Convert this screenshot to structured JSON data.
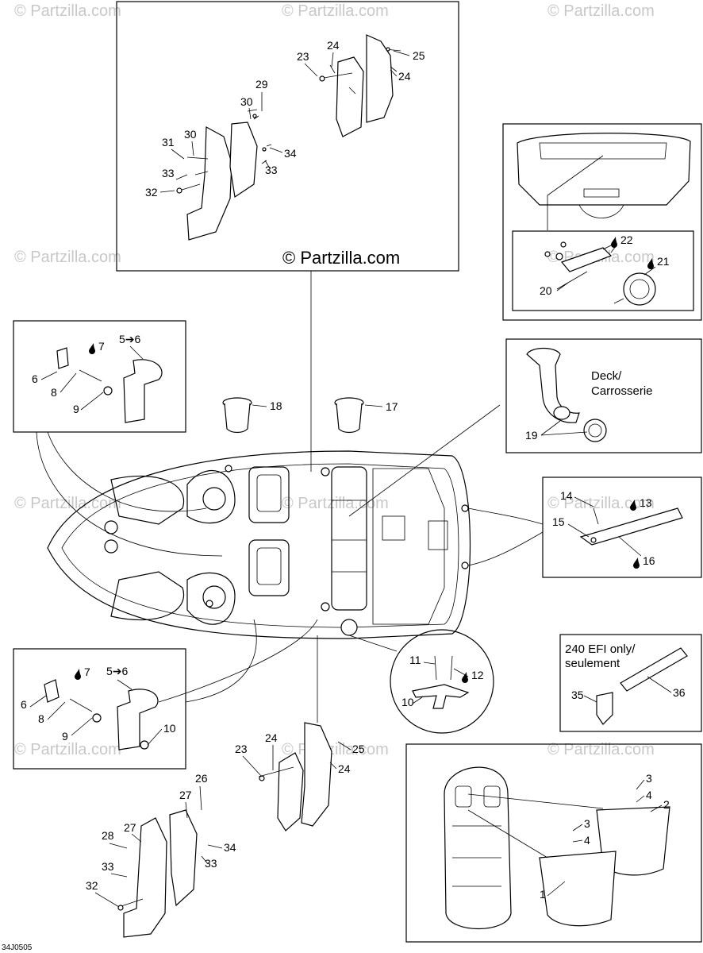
{
  "copyright": "© Partzilla.com",
  "watermark": "© Partzilla.com",
  "drawing_code": "34J0505",
  "notes": {
    "deck": "Deck/",
    "carrosserie": "Carrosserie",
    "efi_only": "240 EFI only/",
    "seulement": "seulement"
  },
  "arrow_labels": {
    "five_six_top": "5➔6",
    "five_six_bottom": "5➔6"
  },
  "callouts": {
    "c1": "1",
    "c2": "2",
    "c3a": "3",
    "c3b": "3",
    "c4a": "4",
    "c4b": "4",
    "c6a": "6",
    "c6b": "6",
    "c7a": "7",
    "c7b": "7",
    "c8a": "8",
    "c8b": "8",
    "c9a": "9",
    "c9b": "9",
    "c10a": "10",
    "c10b": "10",
    "c11": "11",
    "c12": "12",
    "c13": "13",
    "c14": "14",
    "c15": "15",
    "c16": "16",
    "c17": "17",
    "c18": "18",
    "c19": "19",
    "c20": "20",
    "c21": "21",
    "c22": "22",
    "c23a": "23",
    "c23b": "23",
    "c24a": "24",
    "c24b": "24",
    "c24c": "24",
    "c24d": "24",
    "c25a": "25",
    "c25b": "25",
    "c26": "26",
    "c27a": "27",
    "c27b": "27",
    "c28": "28",
    "c29": "29",
    "c30a": "30",
    "c30b": "30",
    "c31": "31",
    "c32a": "32",
    "c32b": "32",
    "c33a": "33",
    "c33b": "33",
    "c33c": "33",
    "c33d": "33",
    "c34a": "34",
    "c34b": "34",
    "c35": "35",
    "c36": "36"
  }
}
